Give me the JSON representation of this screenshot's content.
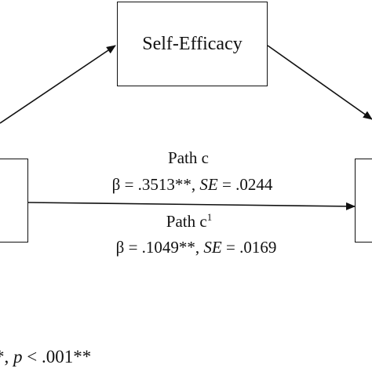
{
  "diagram": {
    "mediator": {
      "label": "Self-Efficacy"
    },
    "path_c": {
      "title": "Path c",
      "beta": "β = .3513**",
      "se_label": "SE",
      "se_value": " = .0244"
    },
    "path_c1": {
      "title_base": "Path c",
      "title_sup": "1",
      "beta": "β = .1049**",
      "se_label": "SE",
      "se_value": " = .0169"
    },
    "significance_note": {
      "prefix": "*, ",
      "p": "p",
      "rest": " < .001**"
    }
  }
}
